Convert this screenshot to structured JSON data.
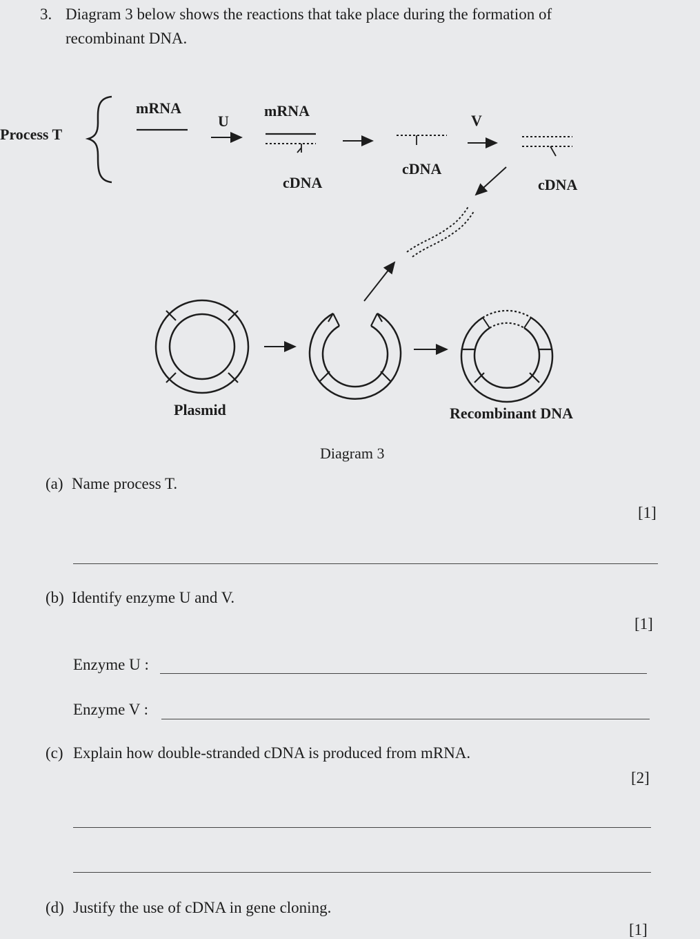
{
  "question": {
    "number": "3.",
    "intro_line1": "Diagram 3 below shows the reactions that take place during the formation of",
    "intro_line2": "recombinant DNA."
  },
  "diagram": {
    "process_label": "Process T",
    "mrna_1": "mRNA",
    "enzyme_u": "U",
    "mrna_2": "mRNA",
    "cdna_1": "cDNA",
    "cdna_2": "cDNA",
    "enzyme_v": "V",
    "cdna_3": "cDNA",
    "plasmid_label": "Plasmid",
    "recombinant_label": "Recombinant DNA",
    "caption": "Diagram 3"
  },
  "parts": {
    "a": {
      "label": "(a)",
      "text": "Name process T.",
      "marks": "[1]"
    },
    "b": {
      "label": "(b)",
      "text": "Identify enzyme U and V.",
      "marks": "[1]",
      "enzyme_u_label": "Enzyme U :",
      "enzyme_v_label": "Enzyme V  :"
    },
    "c": {
      "label": "(c)",
      "text": "Explain how double-stranded cDNA is produced from mRNA.",
      "marks": "[2]"
    },
    "d": {
      "label": "(d)",
      "text": "Justify the use of cDNA in gene cloning.",
      "marks": "[1]"
    }
  }
}
